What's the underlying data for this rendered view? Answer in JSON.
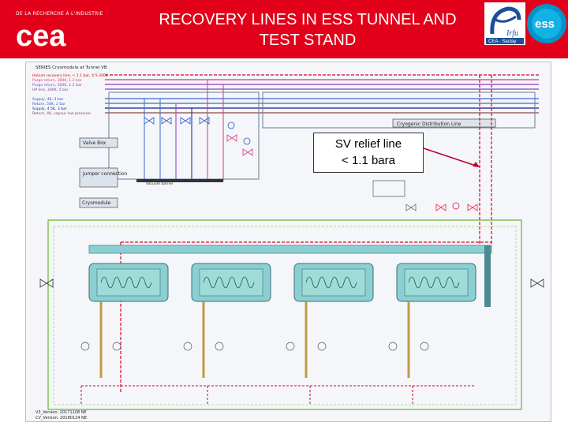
{
  "header": {
    "org_line": "DE LA RECHERCHE À L'INDUSTRIE",
    "cea_logo_text": "cea",
    "title_line1": "RECOVERY LINES IN ESS TUNNEL AND",
    "title_line2": "TEST STAND",
    "logo_irfu_text": "Irfu",
    "logo_irfu_sub": "CEA - Saclay",
    "logo_ess_text": "ess"
  },
  "diagram": {
    "series_label": "SERIES Cryomodule at Tunnel VB",
    "lines": [
      "Helium recovery line, < 1.1 bar, 4.5-300K",
      "Purge return, 300K, 1.2 bar",
      "Purge return, 300K, 1.2 bar",
      "HP line, 300K, 5 bar",
      "Supply, 4K, 3 bar",
      "Return, 50K, 2 bar",
      "Supply, 4.5K, 3 bar",
      "Return, 4K, vapour low pressure"
    ],
    "boxes": {
      "valve_box": "Valve Box",
      "jumper": "Jumper connection",
      "cryomodule": "Cryomodule",
      "cdl": "Cryogenic Distribution Line",
      "vacuum_barrier": "Vacuum barrier"
    },
    "version_1": "V3_Version: 20171108 NE",
    "version_2": "CV_Version: 20180124 NE"
  },
  "callout": {
    "line1": "SV relief line",
    "line2": "< 1.1 bara"
  },
  "colors": {
    "header_red": "#e2001a",
    "relief_line_red": "#e0002a",
    "cryomodule_teal": "#8ccfd2",
    "ground_green": "#6fb83a",
    "cavity_fill": "#9fdcd8"
  }
}
